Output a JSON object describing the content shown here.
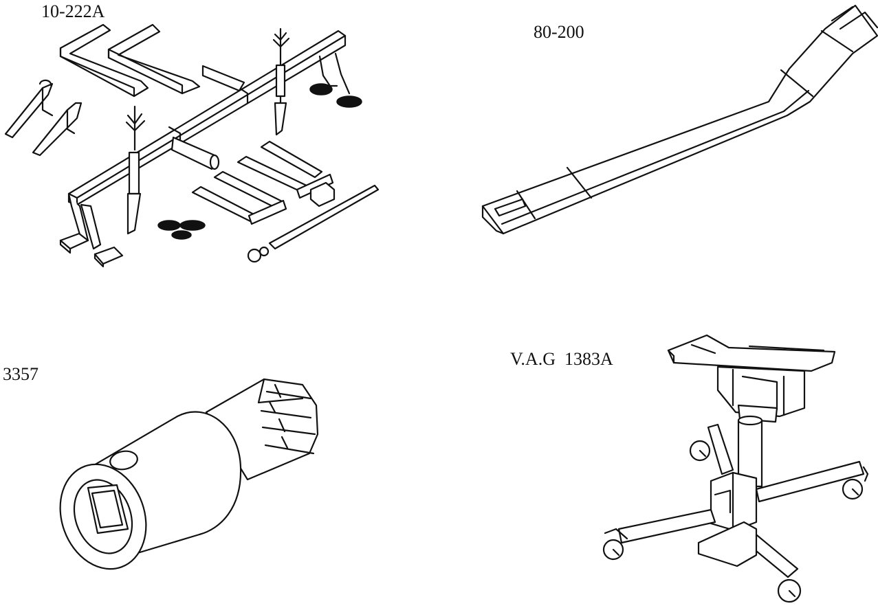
{
  "tools": [
    {
      "id": "10-222A",
      "label": "10-222A"
    },
    {
      "id": "80-200",
      "label": "80-200"
    },
    {
      "id": "3357",
      "label": "3357"
    },
    {
      "id": "VAG1383A",
      "label": "V.A.G  1383A"
    }
  ],
  "colors": {
    "ink": "#111111",
    "paper": "#ffffff"
  }
}
